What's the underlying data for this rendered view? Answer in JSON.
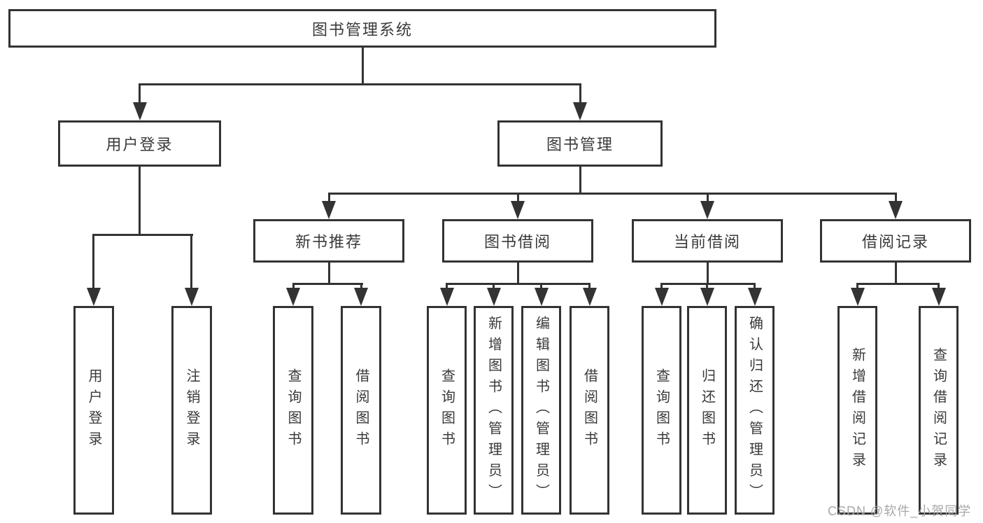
{
  "diagram_title": "图书管理系统",
  "watermark": "CSDN @软件_小贺同学",
  "colors": {
    "line": "#333333",
    "text": "#3a3a3a",
    "background": "#ffffff",
    "watermark": "#a8a8a8"
  },
  "tree": {
    "label": "图书管理系统",
    "children": [
      {
        "label": "用户登录",
        "children": [
          {
            "label": "用户登录"
          },
          {
            "label": "注销登录"
          }
        ]
      },
      {
        "label": "图书管理",
        "children": [
          {
            "label": "新书推荐",
            "children": [
              {
                "label": "查询图书"
              },
              {
                "label": "借阅图书"
              }
            ]
          },
          {
            "label": "图书借阅",
            "children": [
              {
                "label": "查询图书"
              },
              {
                "label": "新增图书（管理员）"
              },
              {
                "label": "编辑图书（管理员）"
              },
              {
                "label": "借阅图书"
              }
            ]
          },
          {
            "label": "当前借阅",
            "children": [
              {
                "label": "查询图书"
              },
              {
                "label": "归还图书"
              },
              {
                "label": "确认归还（管理员）"
              }
            ]
          },
          {
            "label": "借阅记录",
            "children": [
              {
                "label": "新增借阅记录"
              },
              {
                "label": "查询借阅记录"
              }
            ]
          }
        ]
      }
    ]
  }
}
